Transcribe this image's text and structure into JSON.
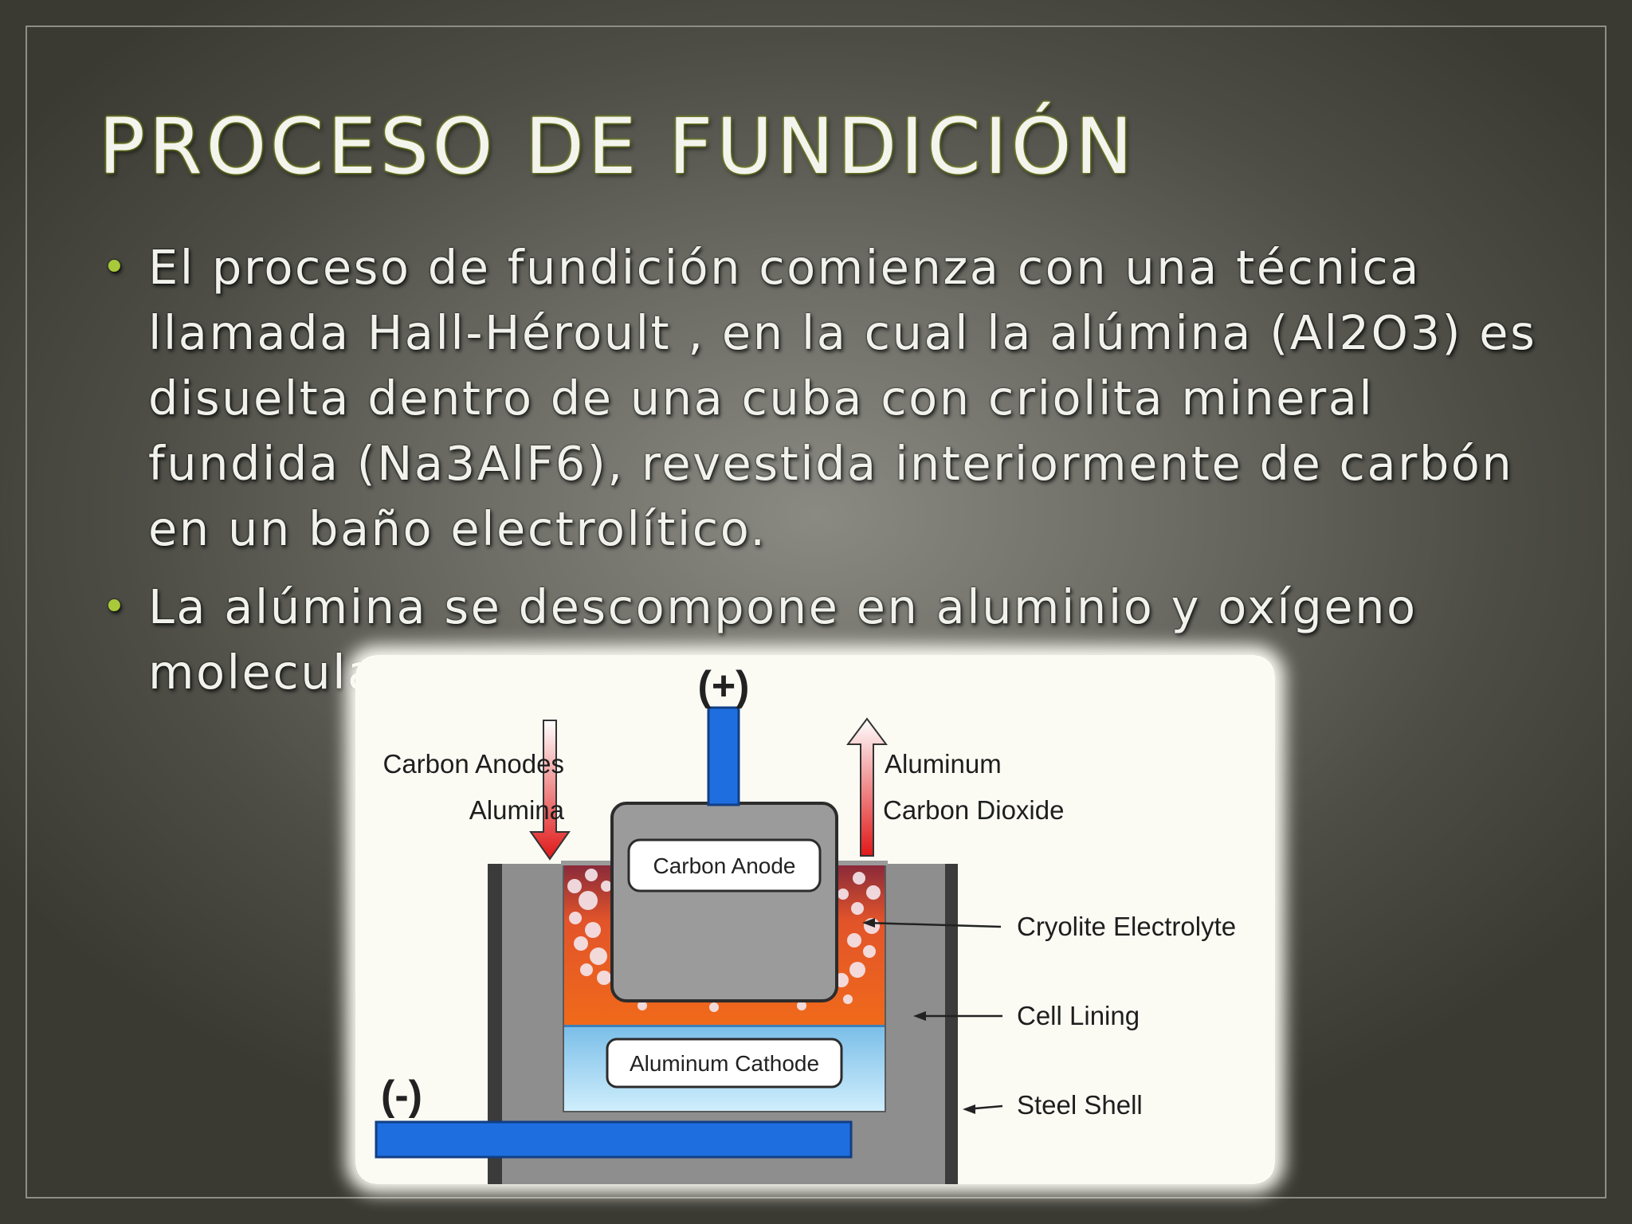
{
  "slide": {
    "title": "PROCESO DE FUNDICIÓN",
    "bullets": [
      "El proceso de fundición comienza con una técnica llamada Hall-Héroult , en la cual la alúmina (Al2O3) es disuelta dentro de una cuba con criolita mineral fundida (Na3AlF6), revestida interiormente de carbón en un baño electrolítico.",
      "La alúmina se descompone en aluminio y oxígeno molecular."
    ]
  },
  "diagram": {
    "positive_terminal": "(+)",
    "negative_terminal": "(-)",
    "input_labels": [
      "Carbon Anodes",
      "Alumina"
    ],
    "output_labels": [
      "Aluminum",
      "Carbon Dioxide"
    ],
    "anode_label": "Carbon Anode",
    "cathode_label": "Aluminum Cathode",
    "callouts": [
      "Cryolite Electrolyte",
      "Cell Lining",
      "Steel Shell"
    ],
    "colors": {
      "electrolyte": "#e8541a",
      "aluminum": "#a9d8f2",
      "anode": "#9a9a9a",
      "lining": "#8e8e8e",
      "shell": "#3a3a3a",
      "conductor": "#1e6ee0"
    }
  }
}
